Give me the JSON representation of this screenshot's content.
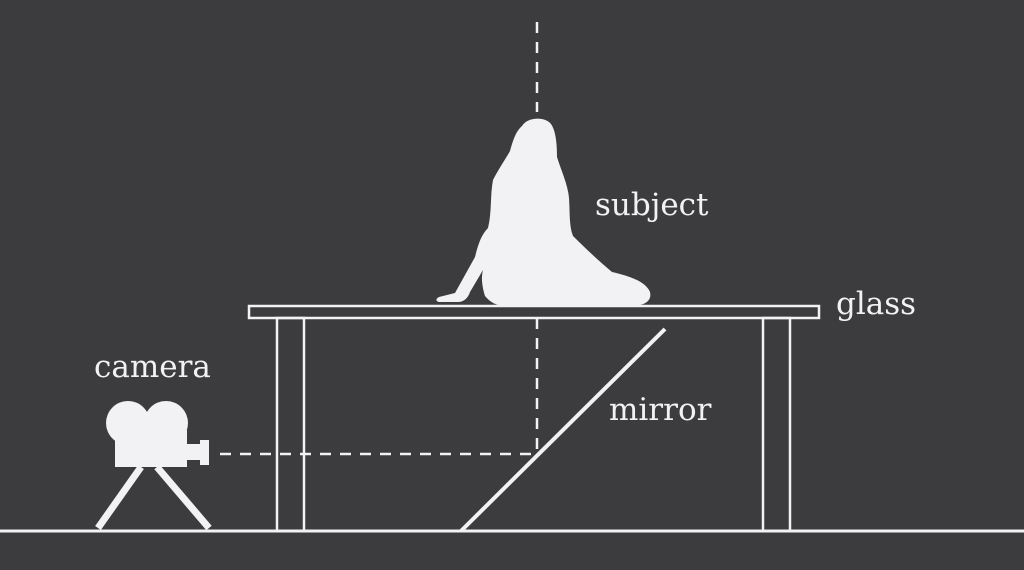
{
  "labels": {
    "subject": "subject",
    "glass": "glass",
    "camera": "camera",
    "mirror": "mirror"
  },
  "colors": {
    "background": "#3c3b3e",
    "foreground": "#f2f2f4"
  },
  "icons": [
    "person-sitting-silhouette",
    "movie-camera-icon",
    "tripod-icon"
  ]
}
